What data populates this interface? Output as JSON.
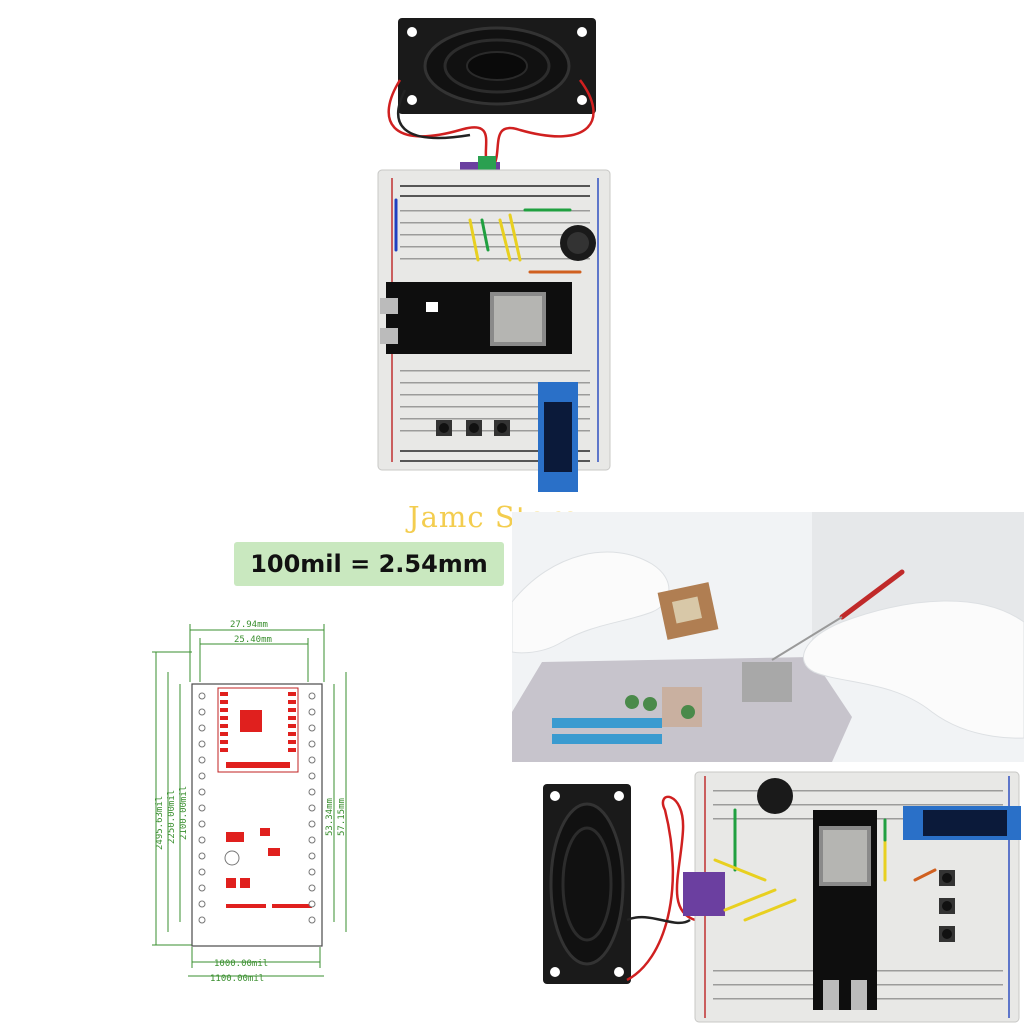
{
  "watermark": "Jamc Store",
  "conversion_label": "100mil = 2.54mm",
  "pcb_drawing": {
    "dim_top_outer": "27.94mm",
    "dim_top_inner": "25.40mm",
    "dim_left_outer": "2495.63mil",
    "dim_left_mid": "2250.00mil",
    "dim_left_inner": "2100.00mil",
    "dim_right_inner": "53.34mm",
    "dim_right_outer": "57.15mm",
    "dim_bottom_inner": "1000.00mil",
    "dim_bottom_outer": "1100.00mil"
  },
  "colors": {
    "breadboard": "#e8e8e6",
    "pcb_board": "#0d0d0d",
    "dimension_green": "#3a8f2f",
    "pad_red": "#e0201e",
    "watermark_gold": "#f2c531",
    "badge_green": "#c9e8bf"
  }
}
